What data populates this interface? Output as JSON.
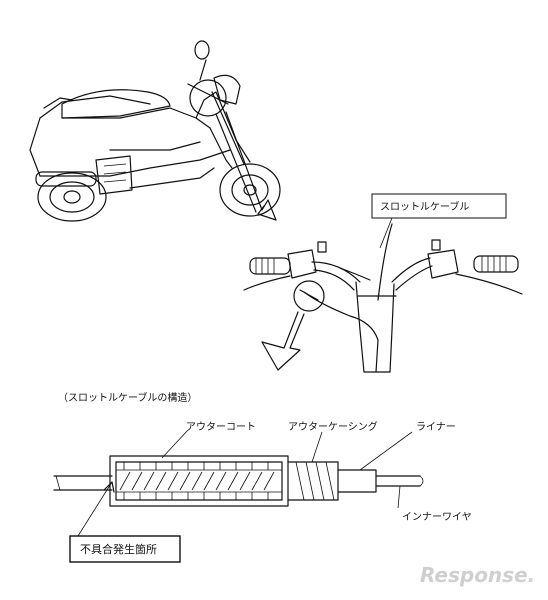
{
  "labels": {
    "throttle_cable": "スロットルケーブル",
    "structure_caption": "（スロットルケーブルの構造）",
    "outer_coat": "アウターコート",
    "outer_casing": "アウターケーシング",
    "liner": "ライナー",
    "inner_wire": "インナーワイヤ",
    "defect_location": "不具合発生箇所"
  },
  "watermark": "Response."
}
